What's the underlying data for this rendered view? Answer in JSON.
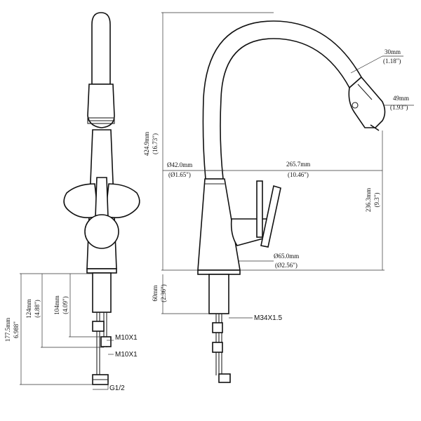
{
  "dimensions": {
    "spout_width_mm": "30mm",
    "spout_width_in": "(1.18\")",
    "head_width_mm": "49mm",
    "head_width_in": "(1.93\")",
    "height_mm": "424.9mm",
    "height_in": "(16.73\")",
    "reach_mm": "265.7mm",
    "reach_in": "(10.46\")",
    "body_dia_mm": "Ø42.0mm",
    "body_dia_in": "(Ø1.65\")",
    "spout_height_mm": "236.3mm",
    "spout_height_in": "(9.3\")",
    "base_dia_mm": "Ø65.0mm",
    "base_dia_in": "(Ø2.56\")",
    "shank_mm": "60mm",
    "shank_in": "(2.36\")",
    "thread_main": "M34X1.5",
    "total_hose_mm": "177.5mm",
    "total_hose_in": "6.988\"",
    "hose_a_mm": "124mm",
    "hose_a_in": "(4.88\")",
    "hose_b_mm": "104mm",
    "hose_b_in": "(4.09\")",
    "thread_hose_1": "M10X1",
    "thread_hose_2": "M10X1",
    "thread_inlet": "G1/2"
  }
}
